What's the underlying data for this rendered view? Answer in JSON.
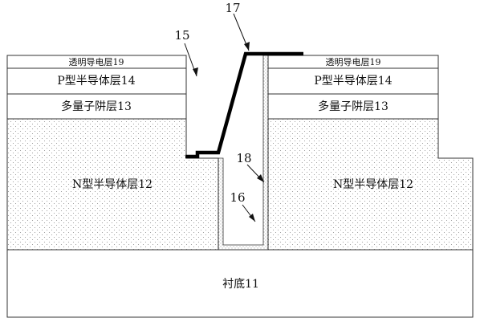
{
  "diagram": {
    "labels": {
      "substrate": "衬底11",
      "n_layer_left": "N型半导体层12",
      "n_layer_right": "N型半导体层12",
      "mqw_left": "多量子阱层13",
      "mqw_right": "多量子阱层13",
      "p_layer_left": "P型半导体层14",
      "p_layer_right": "P型半导体层14",
      "tcl_left": "透明导电层19",
      "tcl_right": "透明导电层19"
    },
    "callouts": {
      "c15": "15",
      "c16": "16",
      "c17": "17",
      "c18": "18"
    }
  }
}
